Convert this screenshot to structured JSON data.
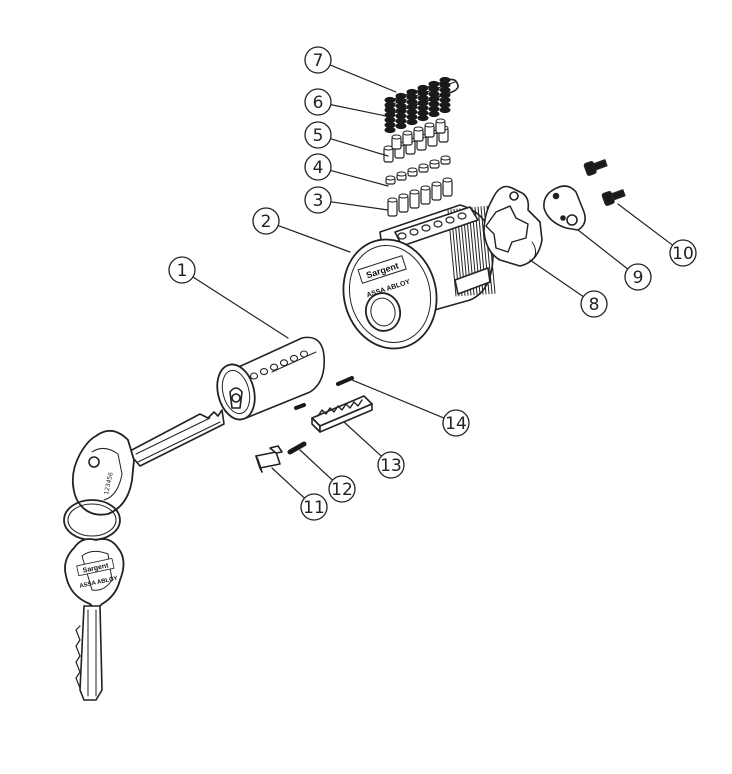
{
  "callouts": [
    {
      "id": 1,
      "label": "1"
    },
    {
      "id": 2,
      "label": "2"
    },
    {
      "id": 3,
      "label": "3"
    },
    {
      "id": 4,
      "label": "4"
    },
    {
      "id": 5,
      "label": "5"
    },
    {
      "id": 6,
      "label": "6"
    },
    {
      "id": 7,
      "label": "7"
    },
    {
      "id": 8,
      "label": "8"
    },
    {
      "id": 9,
      "label": "9"
    },
    {
      "id": 10,
      "label": "10"
    },
    {
      "id": 11,
      "label": "11"
    },
    {
      "id": 12,
      "label": "12"
    },
    {
      "id": 13,
      "label": "13"
    },
    {
      "id": 14,
      "label": "14"
    }
  ],
  "branding": {
    "brand": "Sargent",
    "company": "ASSA ABLOY",
    "key_stamp": "123456"
  },
  "colors": {
    "line": "#222222",
    "fill": "#ffffff",
    "dark": "#1a1a1a"
  }
}
